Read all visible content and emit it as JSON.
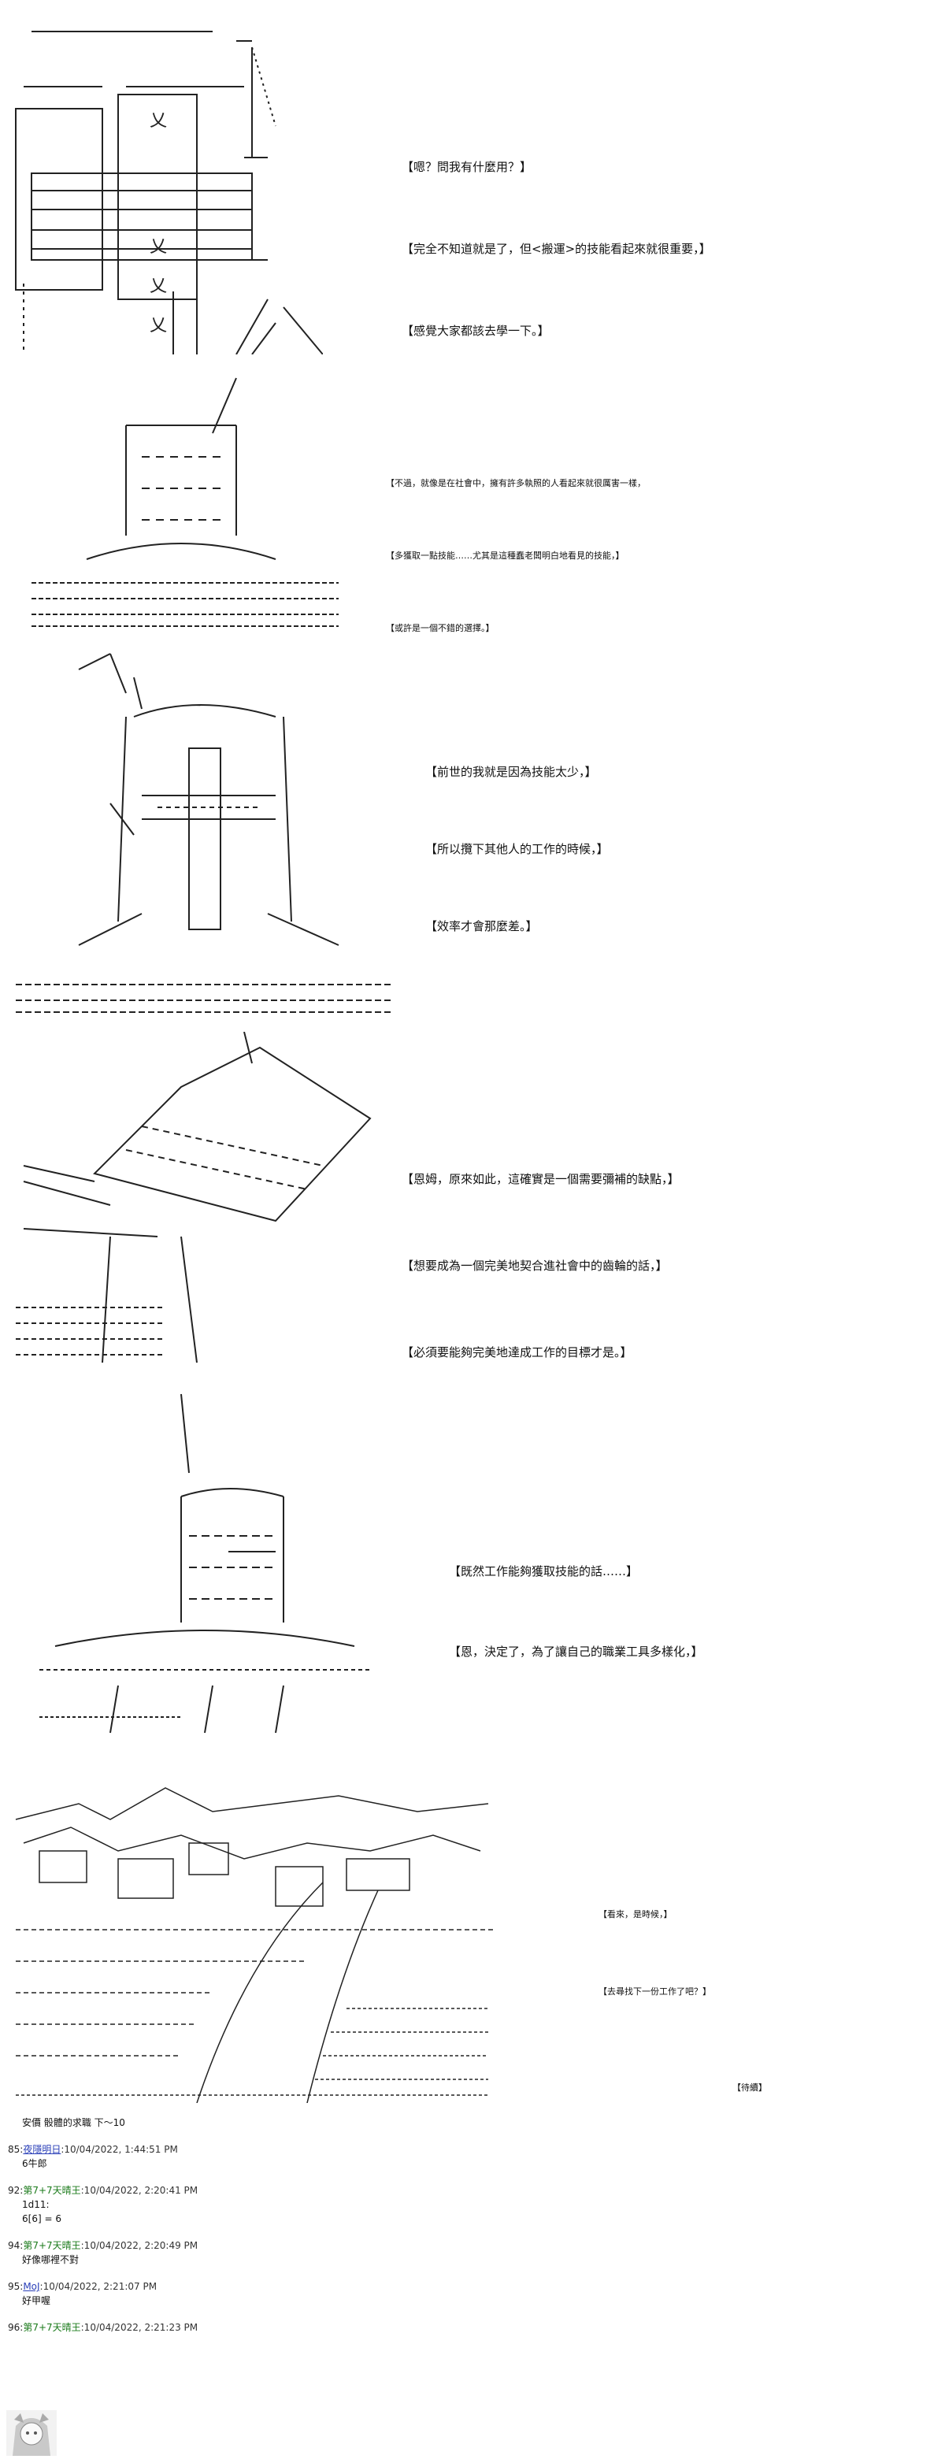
{
  "panels": [
    {
      "lines": [
        "【嗯？問我有什麼用？】",
        "【完全不知道就是了，但<搬運>的技能看起來就很重要，】",
        "【感覺大家都該去學一下。】"
      ]
    },
    {
      "lines": [
        "【不過，就像是在社會中，擁有許多執照的人看起來就很厲害一樣，",
        "【多獲取一點技能……尤其是這種蠢老闆明白地看見的技能，】",
        "【或許是一個不錯的選擇。】"
      ]
    },
    {
      "lines": [
        "【前世的我就是因為技能太少，】",
        "【所以攬下其他人的工作的時候，】",
        "【效率才會那麼差。】"
      ]
    },
    {
      "lines": [
        "【恩姆，原來如此，這確實是一個需要彌補的缺點，】",
        "【想要成為一個完美地契合進社會中的齒輪的話，】",
        "【必須要能夠完美地達成工作的目標才是。】"
      ]
    },
    {
      "lines": [
        "【既然工作能夠獲取技能的話……】",
        "【恩，決定了，為了讓自己的職業工具多樣化，】"
      ]
    },
    {
      "lines": [
        "【看來，是時候，】",
        "【去尋找下一份工作了吧？】"
      ]
    }
  ],
  "continue_label": "【待續】",
  "thread": {
    "header": "安價 骰體的求職 下～10",
    "posts": [
      {
        "num": "85:",
        "name": "夜隱明日",
        "name_is_link": true,
        "date": ":10/04/2022, 1:44:51 PM",
        "body": [
          "6牛郎"
        ]
      },
      {
        "num": "92:",
        "name": "第7+7天晴王",
        "name_is_link": false,
        "date": ":10/04/2022, 2:20:41 PM",
        "body": [
          "1d11:",
          "6[6] = 6"
        ]
      },
      {
        "num": "94:",
        "name": "第7+7天晴王",
        "name_is_link": false,
        "date": ":10/04/2022, 2:20:49 PM",
        "body": [
          "好像哪裡不對"
        ]
      },
      {
        "num": "95:",
        "name": "MoJ",
        "name_is_link": true,
        "date": ":10/04/2022, 2:21:07 PM",
        "body": [
          "好甲喔"
        ]
      },
      {
        "num": "96:",
        "name": "第7+7天晴王",
        "name_is_link": false,
        "date": ":10/04/2022, 2:21:23 PM",
        "body": []
      }
    ]
  }
}
